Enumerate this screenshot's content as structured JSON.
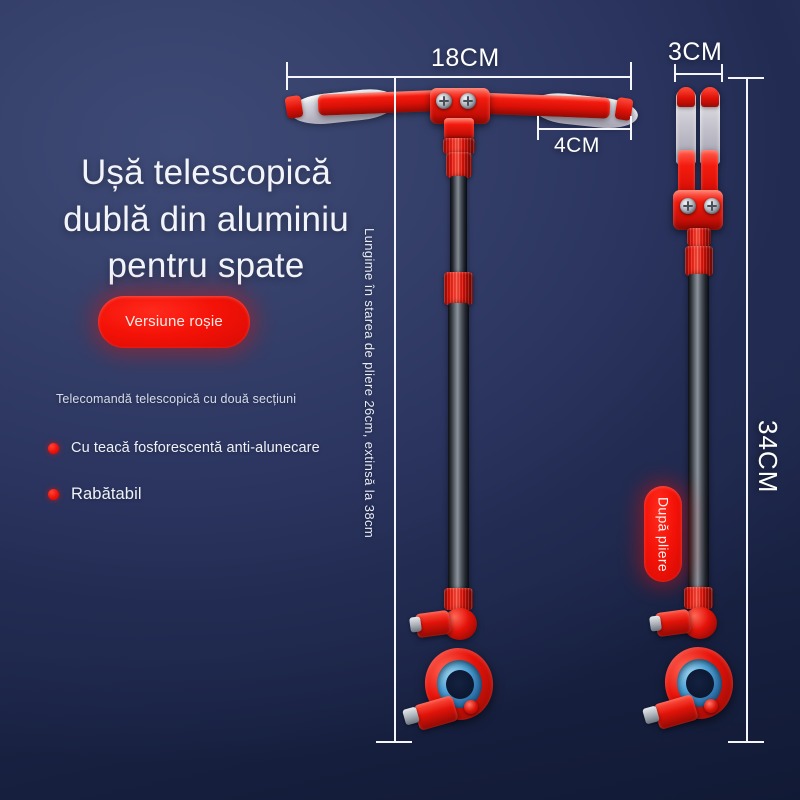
{
  "headline": "Ușă telescopică dublă din aluminiu pentru spate",
  "version_badge": "Versiune roșie",
  "subtitle": "Telecomandă telescopică cu două secțiuni",
  "features": [
    {
      "label": "Cu teacă fosforescentă anti-alunecare"
    },
    {
      "label": "Rabătabil"
    }
  ],
  "dimensions": {
    "handlebar_width": "18CM",
    "grip_width": "4CM",
    "folded_head_width": "3CM",
    "folded_length": "34CM",
    "length_note": "Lungime în starea de pliere 26cm, extinsă la 38cm"
  },
  "folded_badge": "După pliere",
  "colors": {
    "background_top": "#3e4a76",
    "background_bottom": "#111a35",
    "accent_red": "#f41207",
    "text_primary": "#f2f4fa",
    "dimension_line": "#f4f6fb",
    "clamp_blue": "#4ea3d8"
  }
}
